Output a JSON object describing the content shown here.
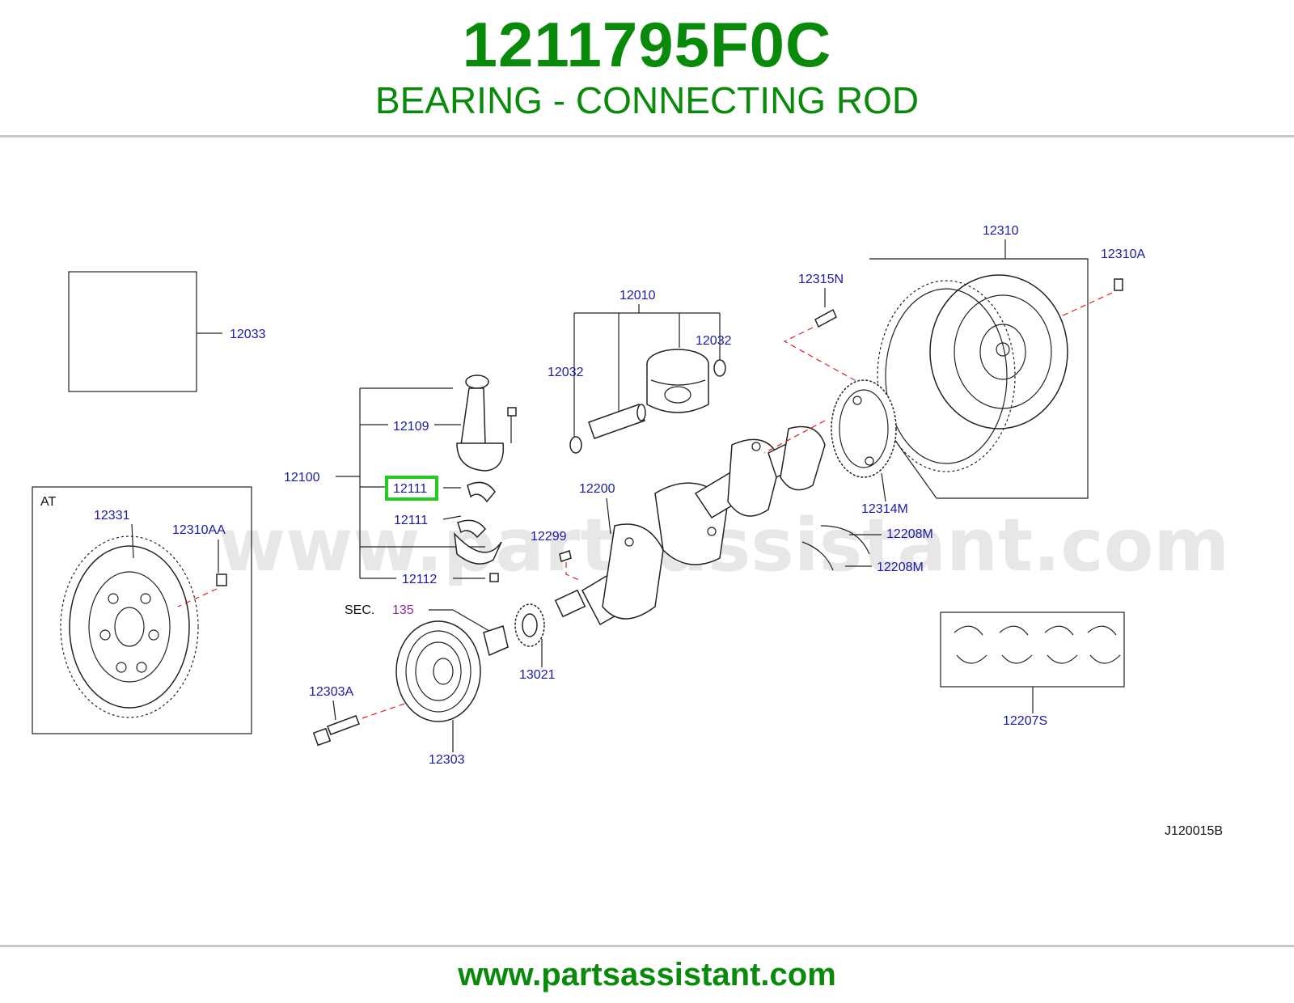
{
  "header": {
    "part_number": "1211795F0C",
    "part_name": "BEARING - CONNECTING ROD"
  },
  "diagram": {
    "watermark": "www.partsassistant.com",
    "diagram_code": "J120015B",
    "highlighted_part": "12111",
    "section_ref": {
      "prefix": "SEC.",
      "number": "135"
    },
    "inset_label": "AT",
    "labels": {
      "p12033": "12033",
      "p12010": "12010",
      "p12032a": "12032",
      "p12032b": "12032",
      "p12100": "12100",
      "p12109": "12109",
      "p12111a": "12111",
      "p12111b": "12111",
      "p12112": "12112",
      "p12200": "12200",
      "p12299": "12299",
      "p12310": "12310",
      "p12310A": "12310A",
      "p12315N": "12315N",
      "p12314M": "12314M",
      "p12208Ma": "12208M",
      "p12208Mb": "12208M",
      "p12207S": "12207S",
      "p12331": "12331",
      "p12310AA": "12310AA",
      "p12303A": "12303A",
      "p12303": "12303",
      "p13021": "13021"
    }
  },
  "footer": {
    "url": "www.partsassistant.com"
  },
  "colors": {
    "brand_green": "#0a8a0a",
    "label_blue": "#1a1aa8",
    "highlight": "#22cc22",
    "leader_red": "#e02020"
  }
}
